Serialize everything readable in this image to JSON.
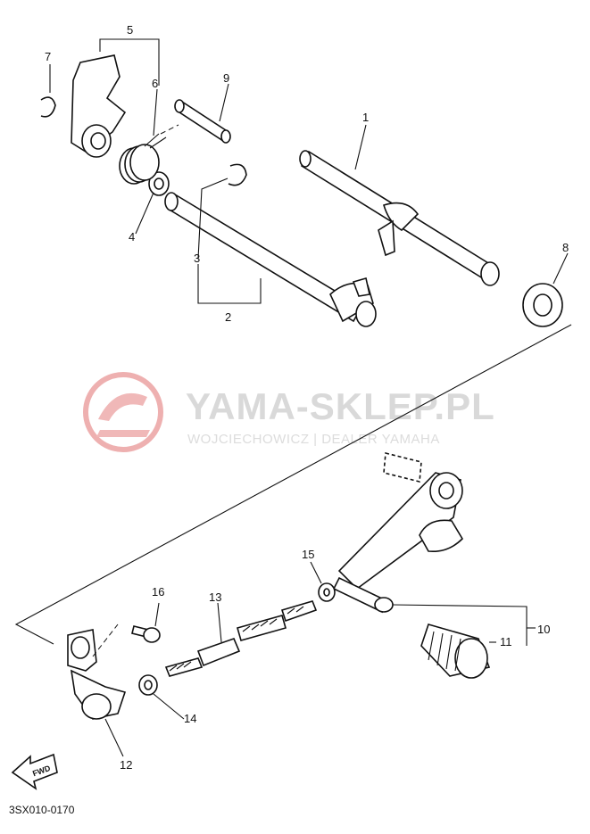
{
  "diagram_code": "3SX010-0170",
  "watermark": {
    "title": "YAMA-SKLEP.PL",
    "subtitle": "WOJCIECHOWICZ | DEALER YAMAHA",
    "color": "#e8a0a0"
  },
  "fwd_label": "FWD",
  "callouts": {
    "n1": "1",
    "n2": "2",
    "n3": "3",
    "n4": "4",
    "n5": "5",
    "n6": "6",
    "n7": "7",
    "n8": "8",
    "n9": "9",
    "n10": "10",
    "n11": "11",
    "n12": "12",
    "n13": "13",
    "n14": "14",
    "n15": "15",
    "n16": "16"
  }
}
